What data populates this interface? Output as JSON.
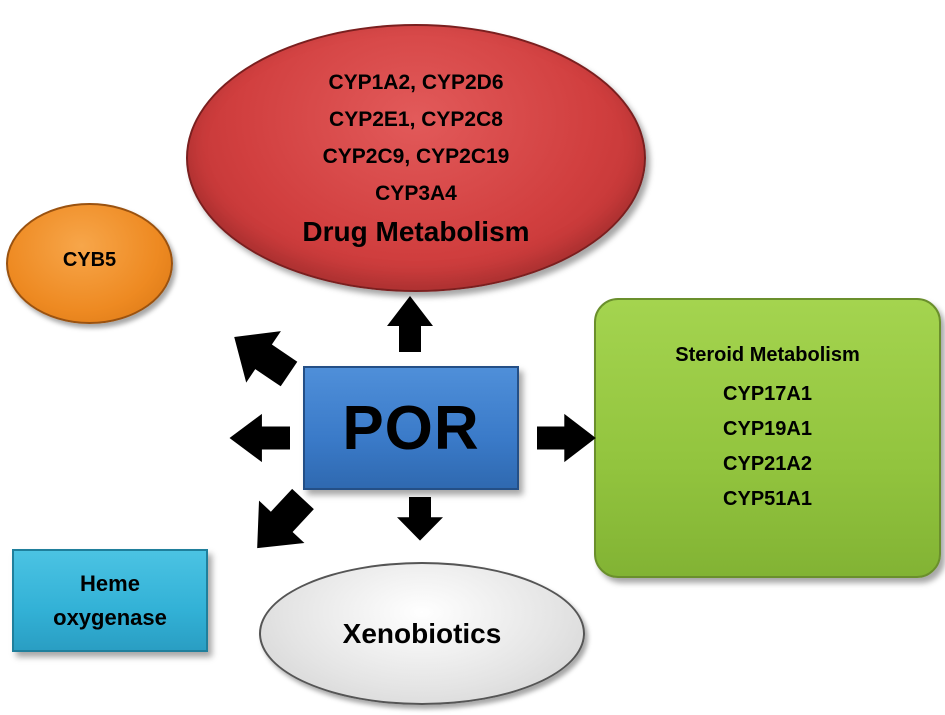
{
  "drug_metabolism": {
    "enzymes": [
      "CYP1A2, CYP2D6",
      "CYP2E1, CYP2C8",
      "CYP2C9, CYP2C19",
      "CYP3A4"
    ],
    "title": "Drug Metabolism",
    "color": "#d13f3f"
  },
  "cyb5": {
    "label": "CYB5",
    "color": "#ee8a22"
  },
  "steroid_metabolism": {
    "title": "Steroid Metabolism",
    "enzymes": [
      "CYP17A1",
      "CYP19A1",
      "CYP21A2",
      "CYP51A1"
    ],
    "color": "#92c43e"
  },
  "por": {
    "label": "POR",
    "color": "#3a7ac8"
  },
  "heme_oxygenase": {
    "lines": [
      "Heme",
      "oxygenase"
    ],
    "color": "#32b1d6"
  },
  "xenobiotics": {
    "label": "Xenobiotics",
    "color": "#e4e4e4"
  },
  "arrows": [
    "up",
    "up-left",
    "left",
    "right",
    "down",
    "down-left"
  ]
}
